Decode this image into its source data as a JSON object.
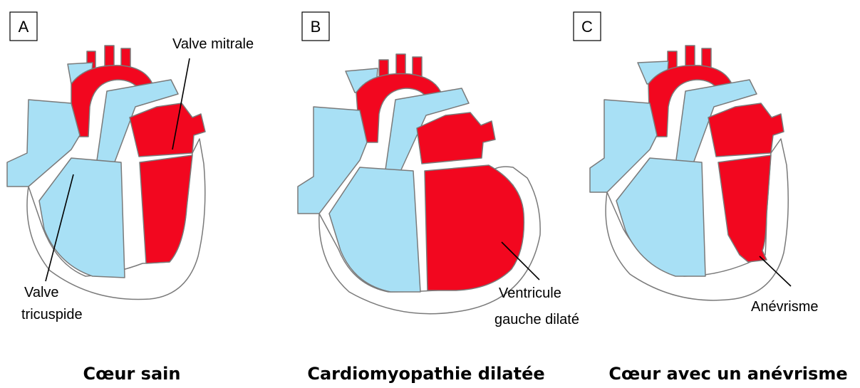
{
  "colors": {
    "oxygenated": "#f2071f",
    "deoxygenated": "#a8e0f5",
    "outline": "#7a7a7a",
    "wall": "#ffffff",
    "text": "#000000"
  },
  "panels": [
    {
      "letter": "A",
      "caption": "Cœur sain",
      "variant": "healthy",
      "annotations": [
        {
          "text": "Valve mitrale"
        },
        {
          "text_lines": [
            "Valve",
            "tricuspide"
          ]
        }
      ]
    },
    {
      "letter": "B",
      "caption": "Cardiomyopathie dilatée",
      "variant": "dilated",
      "annotations": [
        {
          "text_lines": [
            "Ventricule",
            "gauche dilaté"
          ]
        }
      ]
    },
    {
      "letter": "C",
      "caption": "Cœur avec un anévrisme",
      "variant": "aneurysm",
      "annotations": [
        {
          "text": "Anévrisme"
        }
      ]
    }
  ]
}
